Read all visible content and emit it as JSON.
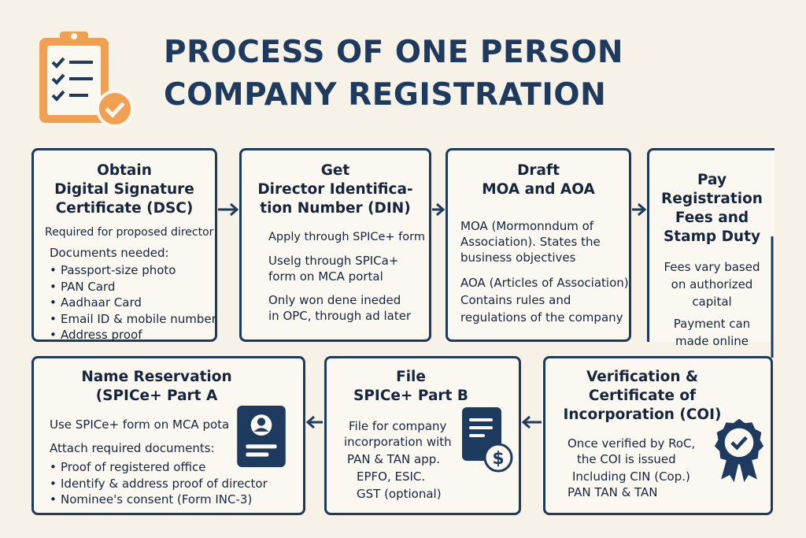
{
  "header": {
    "title_line1": "PROCESS OF ONE PERSON",
    "title_line2": "COMPANY REGISTRATION",
    "logo_icon": "clipboard-checklist-icon"
  },
  "colors": {
    "navy": "#1f3a5f",
    "orange": "#f0a050",
    "background": "#f7f2e8"
  },
  "steps": {
    "dsc": {
      "title": "Obtain\nDigital Signature\nCertificate  (DSC)",
      "subtitle": "Required for proposed director",
      "docs_label": "Documents needed:",
      "docs": [
        "Passport-size photo",
        "PAN Card",
        "Aadhaar Card",
        "Email ID & mobile number",
        "Address proof"
      ]
    },
    "din": {
      "title": "Get\nDirector Identifica-\ntion Number (DIN)",
      "line1": "Apply through SPICe+ form",
      "line2a": "Uselg through SPICa+",
      "line2b": "form on MCA portal",
      "line3a": "Only won dene ineded",
      "line3b": "in OPC, through ad later"
    },
    "moa": {
      "title": "Draft\nMOA and AOA",
      "moa_a": "MOA (Mormonndum of",
      "moa_b": "Association). States the",
      "moa_c": "business objectives",
      "aoa_a": "AOA (Articles of Association)",
      "aoa_b": "Contains rules and",
      "aoa_c": "regulations of the company"
    },
    "fees": {
      "title": "Pay\nRegistration\nFees and\nStamp Duty",
      "fees_a": "Fees vary based",
      "fees_b": "on authorized",
      "fees_c": "capital",
      "pay_a": "Payment can",
      "pay_b": "made online"
    },
    "name": {
      "title": "Name Reservation\n(SPICe+ Part A",
      "line1": "Use SPICe+ form on MCA pota",
      "docs_label": "Attach required documents:",
      "docs": [
        "Proof of registered office",
        "Identify & address proof of director",
        "Nominee's consent (Form INC-3)"
      ],
      "icon": "id-card-icon"
    },
    "partb": {
      "title": "File\nSPICe+  Part B",
      "line1": "File for company",
      "line2": "incorporation with",
      "line3": "PAN & TAN app.",
      "line4": "EPFO, ESIC.",
      "line5": "GST (optional)",
      "icon": "document-payment-icon"
    },
    "coi": {
      "title": "Verification &\nCertificate of\nIncorporation (COI)",
      "line1": "Once verified by RoC,",
      "line2": "the COI is issued",
      "line3": "Including CIN (Cop.)",
      "line4": "PAN TAN & TAN",
      "icon": "certificate-badge-icon"
    }
  }
}
